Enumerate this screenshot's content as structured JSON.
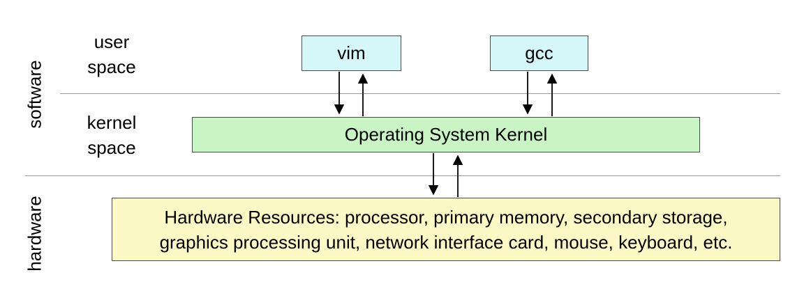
{
  "sides": {
    "software": "software",
    "hardware": "hardware"
  },
  "rows": {
    "user_space": [
      "user",
      "space"
    ],
    "kernel_space": [
      "kernel",
      "space"
    ]
  },
  "boxes": {
    "vim": "vim",
    "gcc": "gcc",
    "kernel": "Operating System Kernel",
    "hardware_line1": "Hardware Resources: processor, primary memory, secondary storage,",
    "hardware_line2": "graphics processing unit, network interface card, mouse, keyboard, etc."
  },
  "colors": {
    "app_box": "#d6f7fa",
    "kernel_box": "#c9f5c4",
    "hardware_box": "#fdf9c6",
    "divider": "#9a9a9a"
  }
}
